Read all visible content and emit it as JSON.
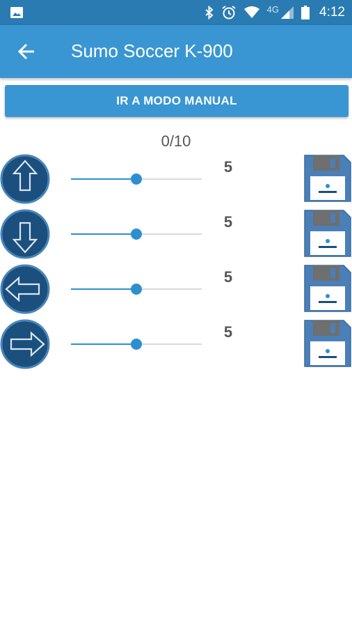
{
  "status_bar": {
    "network": "4G",
    "time": "4:12"
  },
  "app_bar": {
    "title": "Sumo Soccer K-900"
  },
  "manual_button_label": "IR A MODO MANUAL",
  "counter": "0/10",
  "colors": {
    "primary": "#3a96d2",
    "status_bar": "#2a7bb2",
    "slider": "#2e8fd0",
    "arrow_button": "#1b4f7e"
  },
  "controls": [
    {
      "direction": "up",
      "icon": "arrow-up-icon",
      "value": "5",
      "level": 0.5
    },
    {
      "direction": "down",
      "icon": "arrow-down-icon",
      "value": "5",
      "level": 0.5
    },
    {
      "direction": "left",
      "icon": "arrow-left-icon",
      "value": "5",
      "level": 0.5
    },
    {
      "direction": "right",
      "icon": "arrow-right-icon",
      "value": "5",
      "level": 0.5
    }
  ]
}
